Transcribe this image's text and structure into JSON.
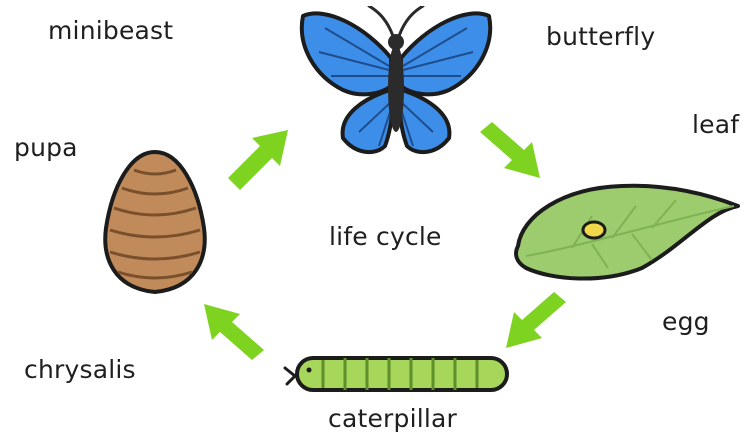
{
  "labels": {
    "minibeast": "minibeast",
    "butterfly": "butterfly",
    "leaf": "leaf",
    "pupa": "pupa",
    "life_cycle": "life cycle",
    "egg": "egg",
    "chrysalis": "chrysalis",
    "caterpillar": "caterpillar"
  },
  "colors": {
    "arrow": "#7ed321",
    "butterfly_wing": "#3d8ee8",
    "leaf": "#9ccc6e",
    "pupa": "#c08a5a",
    "caterpillar": "#a6d65a"
  },
  "icons": [
    "butterfly-icon",
    "leaf-with-egg-icon",
    "pupa-icon",
    "caterpillar-icon",
    "cycle-arrow-icon"
  ]
}
